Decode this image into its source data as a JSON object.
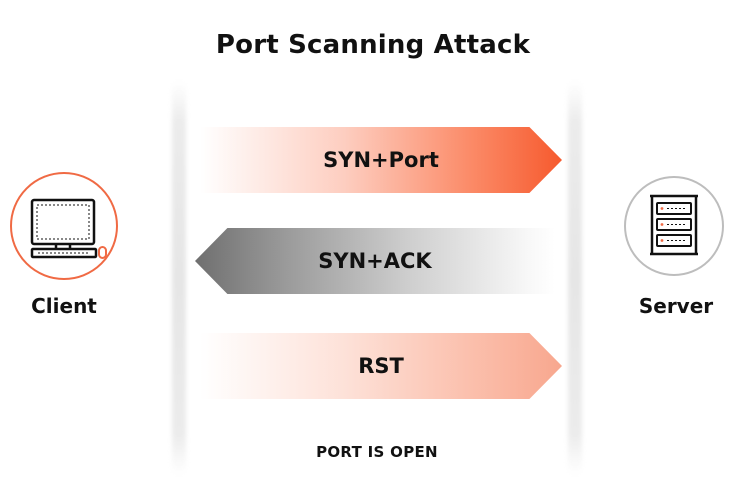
{
  "title": "Port Scanning Attack",
  "client": {
    "label": "Client",
    "icon": "desktop-computer-icon",
    "ring_color": "#f06a44"
  },
  "server": {
    "label": "Server",
    "icon": "server-rack-icon",
    "ring_color": "#bdbdbd"
  },
  "messages": [
    {
      "label": "SYN+Port",
      "direction": "client-to-server",
      "color": "#f65a2e"
    },
    {
      "label": "SYN+ACK",
      "direction": "server-to-client",
      "color": "#6f6f6f"
    },
    {
      "label": "RST",
      "direction": "client-to-server",
      "color": "#f8a78e"
    }
  ],
  "result": "PORT IS OPEN"
}
